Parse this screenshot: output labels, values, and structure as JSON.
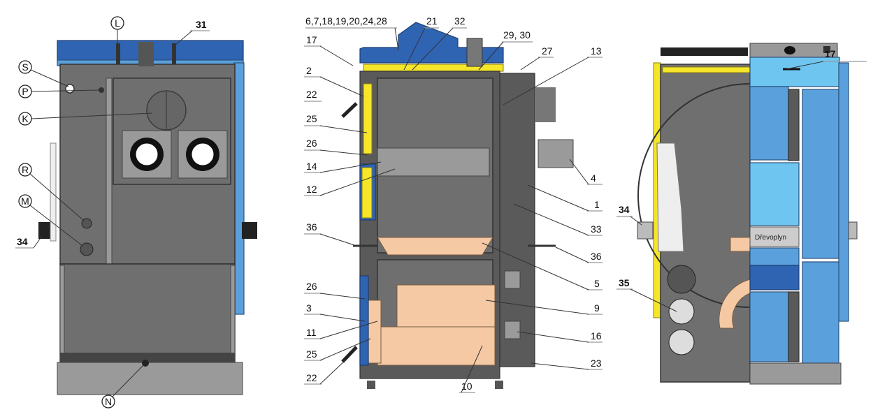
{
  "front_view": {
    "labels": {
      "L": "L",
      "n31": "31",
      "S": "S",
      "P": "P",
      "K": "K",
      "R": "R",
      "M": "M",
      "n34": "34",
      "N": "N"
    }
  },
  "section_view": {
    "labels": {
      "group": "6,7,18,19,20,24,28",
      "n21": "21",
      "n32": "32",
      "n2930": "29, 30",
      "n27": "27",
      "n13": "13",
      "n17": "17",
      "n2": "2",
      "n22a": "22",
      "n25a": "25",
      "n26a": "26",
      "n14": "14",
      "n12": "12",
      "n4": "4",
      "n1": "1",
      "n33": "33",
      "n36a": "36",
      "n36b": "36",
      "n5": "5",
      "n26b": "26",
      "n9": "9",
      "n3": "3",
      "n11": "11",
      "n16": "16",
      "n25b": "25",
      "n23": "23",
      "n22b": "22",
      "n10": "10"
    }
  },
  "side_view": {
    "labels": {
      "n17": "17",
      "n34": "34",
      "n35": "35"
    },
    "nameplate": "Dřevoplyn"
  },
  "colors": {
    "body": "#6f6f6f",
    "blue": "#5aa0dc",
    "dark_blue": "#2f64b3",
    "light_blue": "#6ec6f0",
    "insulation": "#f5e62a",
    "refractory": "#f4c9a4"
  }
}
